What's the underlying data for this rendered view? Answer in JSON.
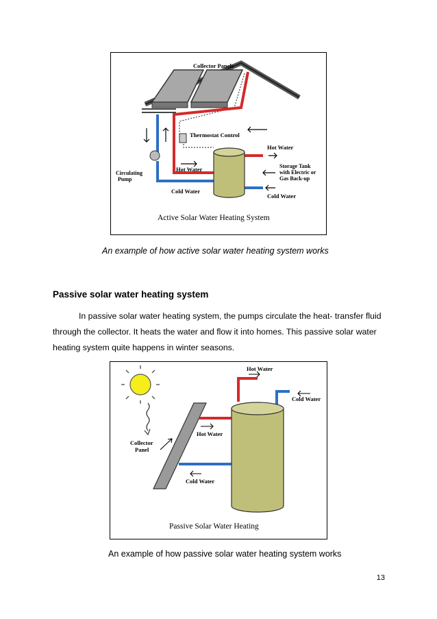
{
  "figure1": {
    "labels": {
      "collector_panels": "Collector Panels",
      "thermostat_control": "Thermostat Control",
      "hot_water_out": "Hot Water",
      "storage_tank_1": "Storage Tank",
      "storage_tank_2": "with Electric or",
      "storage_tank_3": "Gas Back-up",
      "circulating_1": "Circulating",
      "circulating_2": "Pump",
      "hot_water_in": "Hot Water",
      "cold_water_pump": "Cold Water",
      "cold_water_in": "Cold Water",
      "title": "Active Solar Water Heating System"
    },
    "caption": "An example of how active solar water heating system works"
  },
  "section": {
    "heading": "Passive solar water heating system",
    "paragraph": "In passive solar water heating system, the pumps circulate the heat- transfer fluid through the collector. It heats the water and flow it into homes. This passive solar water heating system quite happens in winter seasons."
  },
  "figure2": {
    "labels": {
      "hot_water_top": "Hot Water",
      "cold_water_top": "Cold Water",
      "collector_1": "Collector",
      "collector_2": "Panel",
      "hot_water_mid": "Hot Water",
      "cold_water_bottom": "Cold Water",
      "title": "Passive Solar Water Heating"
    },
    "caption": "An example of how passive solar water heating system works"
  },
  "page_number": "13",
  "colors": {
    "hot_pipe": "#d42a2a",
    "cold_pipe": "#2d6fc4",
    "tank": "#bfbf7a",
    "sun": "#f5ee1a",
    "panel": "#9a9a9a"
  }
}
